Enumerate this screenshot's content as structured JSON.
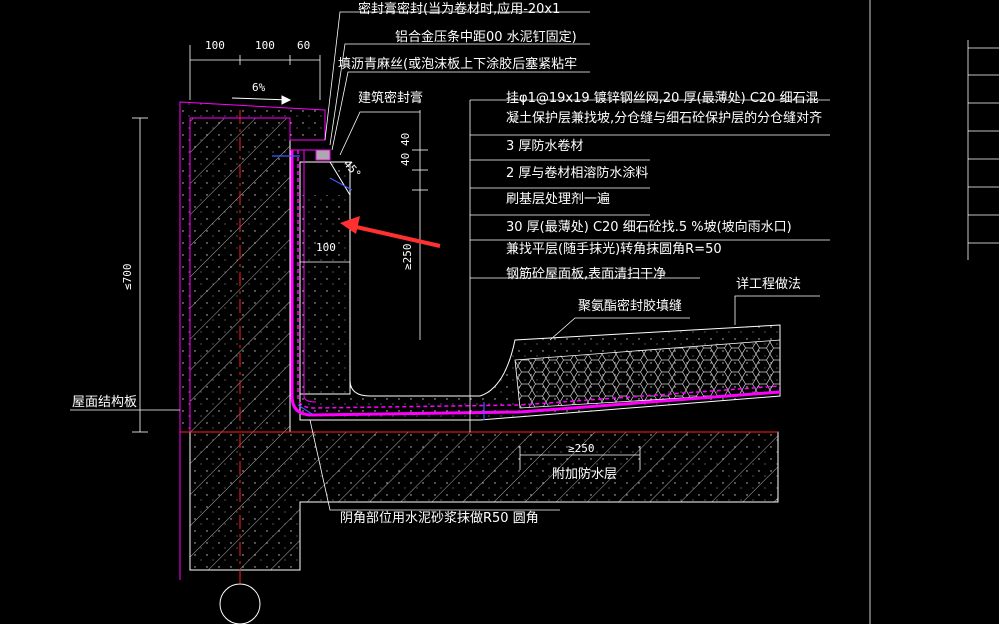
{
  "annotations": {
    "sealant_top": "密封膏密封(当为卷材时,应用-20x1",
    "alu_strip": "铝合金压条中距00  水泥钉固定)",
    "asphalt_hemp": "填沥青麻丝(或泡沫板上下涂胶后塞紧粘牢",
    "building_sealant": "建筑密封膏",
    "layer_mesh_1": "挂φ1@19x19   镀锌钢丝网,20 厚(最薄处) C20  细石混",
    "layer_mesh_2": "凝土保护层兼找坡,分仓缝与细石砼保护层的分仓缝对齐",
    "layer_membrane": "3 厚防水卷材",
    "layer_coating": "2 厚与卷材相溶防水涂料",
    "layer_primer": "刷基层处理剂一遍",
    "layer_screed_1": "30  厚(最薄处) C20  细石砼找.5  %坡(坡向雨水口)",
    "layer_screed_2": "兼找平层(随手抹光)转角抹圆角R=50",
    "layer_slab": "钢筋砼屋面板,表面清扫干净",
    "see_project": "详工程做法",
    "pu_sealant": "聚氨酯密封胶填缝",
    "roof_structure": "屋面结构板",
    "extra_waterproof": "附加防水层",
    "corner_note": "阴角部位用水泥砂浆抹做R50  圆角"
  },
  "dimensions": {
    "d100_a": "100",
    "d100_b": "100",
    "d60": "60",
    "slope": "6%",
    "angle": "45°",
    "d40_a": "40",
    "d40_b": "40",
    "d100_c": "100",
    "d250_v": "≥250",
    "d700": "≤700",
    "d250_h": "≥250"
  },
  "colors": {
    "background": "#000000",
    "line_white": "#ffffff",
    "waterproof": "#ff00ff",
    "axis_red": "#ff2020",
    "arrow": "#ff3030",
    "blue_mark": "#3a5cff"
  }
}
